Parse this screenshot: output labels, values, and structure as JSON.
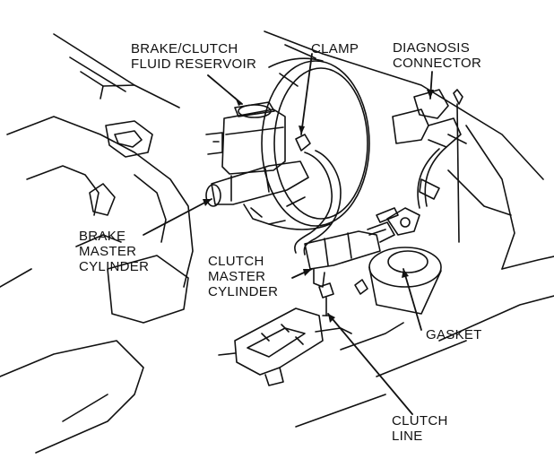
{
  "diagram": {
    "labels": {
      "reservoir": [
        "BRAKE/CLUTCH",
        "FLUID RESERVOIR"
      ],
      "clamp": [
        "CLAMP"
      ],
      "diagnosis": [
        "DIAGNOSIS",
        "CONNECTOR"
      ],
      "brake_master": [
        "BRAKE",
        "MASTER",
        "CYLINDER"
      ],
      "clutch_master": [
        "CLUTCH",
        "MASTER",
        "CYLINDER"
      ],
      "gasket": [
        "GASKET"
      ],
      "clutch_line": [
        "CLUTCH",
        "LINE"
      ]
    },
    "colors": {
      "ink": "#111111",
      "background": "#ffffff"
    }
  }
}
